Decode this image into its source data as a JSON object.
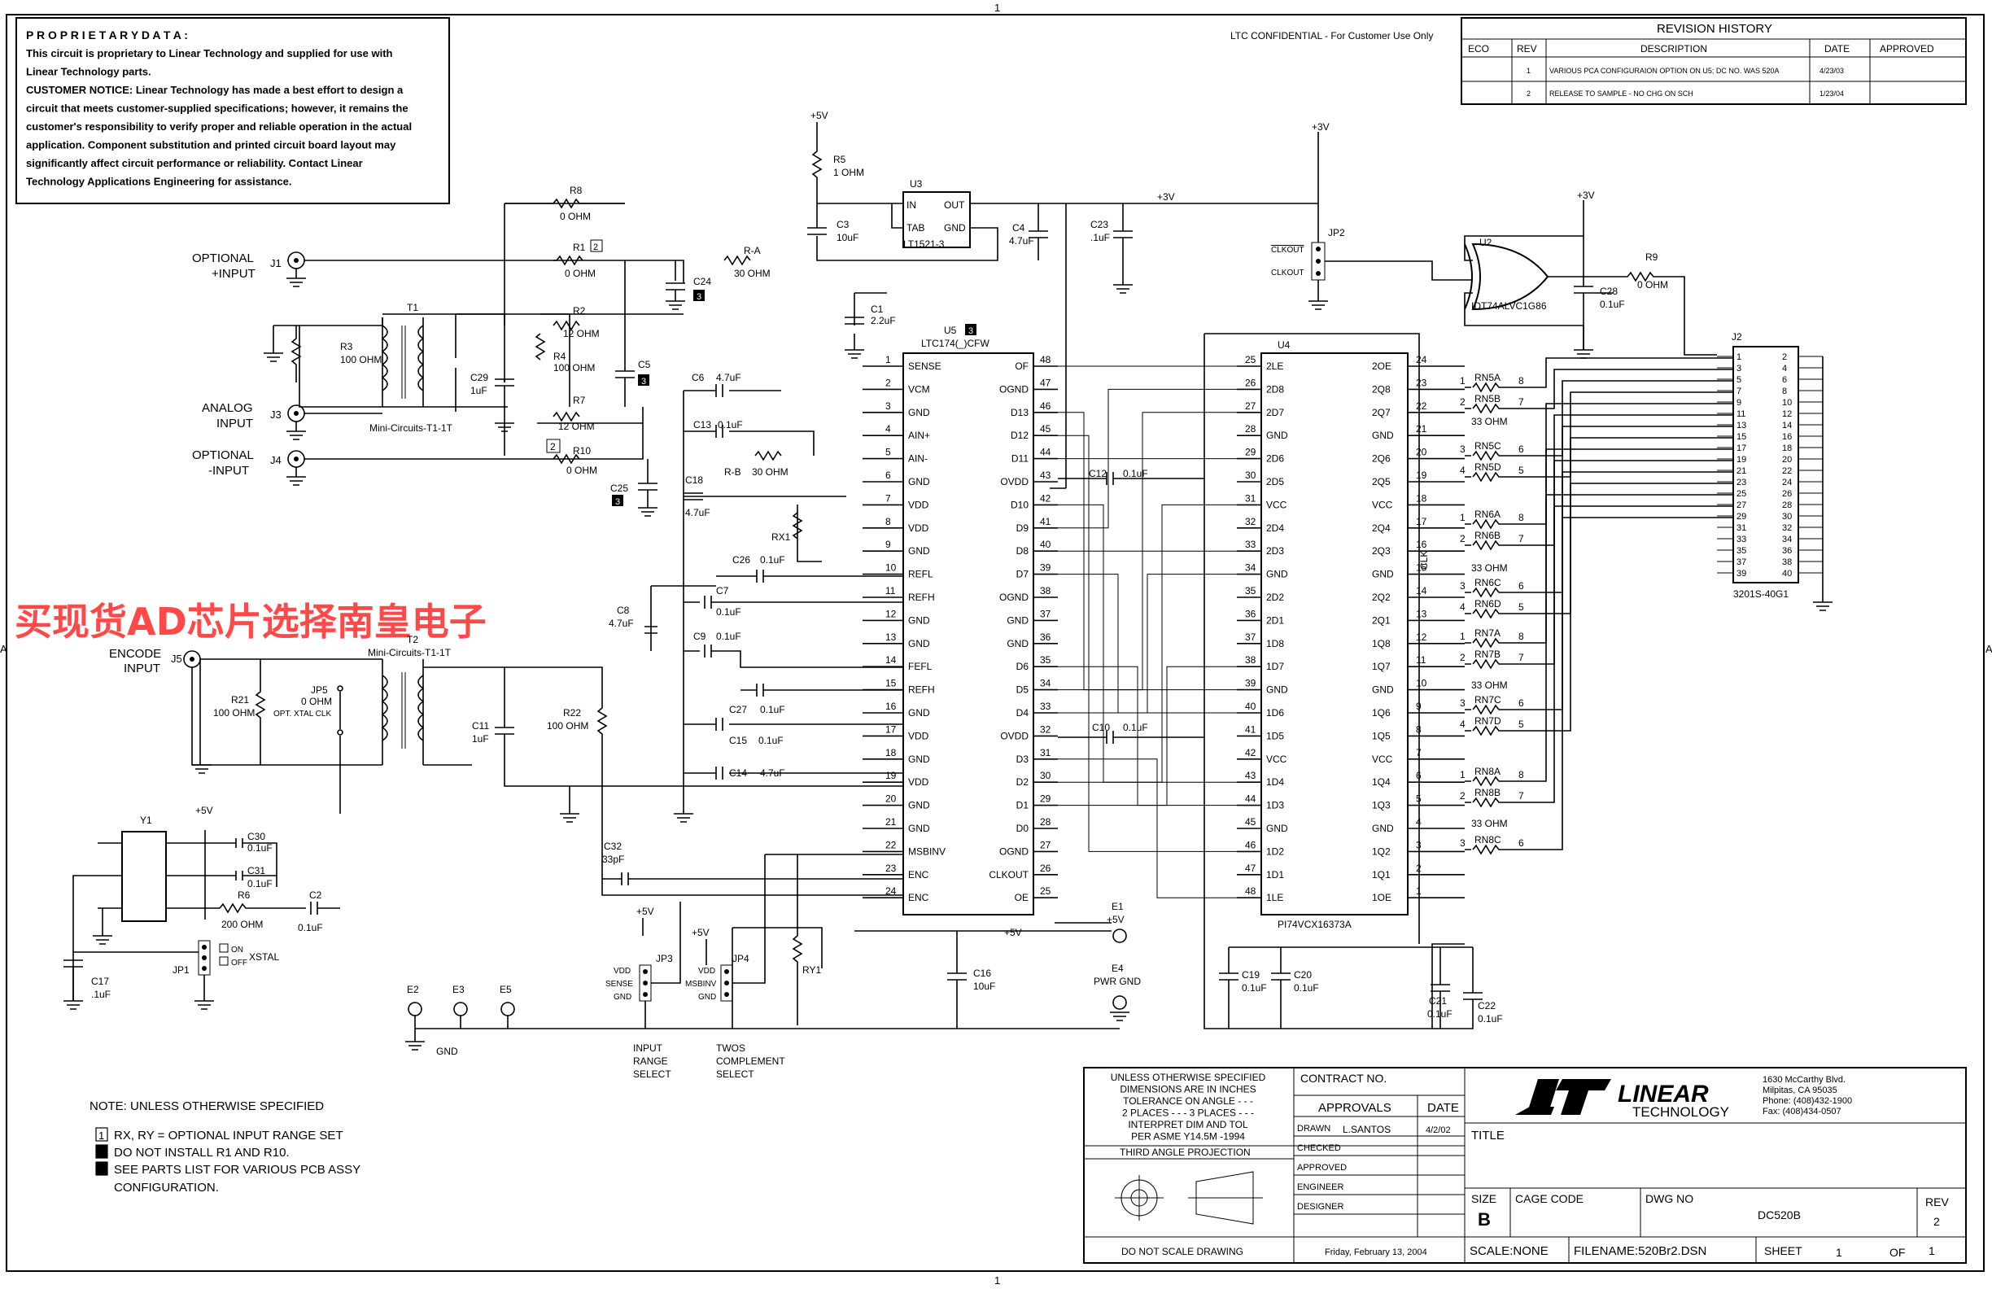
{
  "sheet_markers": {
    "top": "1",
    "bottom": "1",
    "left": "A",
    "right": "A"
  },
  "proprietary": {
    "heading": "P R O P R I E T A R Y   D A T A :",
    "lines": [
      "This circuit is proprietary to Linear Technology and supplied for use with",
      "Linear Technology parts.",
      "CUSTOMER NOTICE:  Linear Technology has made a best effort to design a",
      "circuit that meets customer-supplied specifications; however, it remains the",
      "customer's responsibility to verify proper and reliable operation in the actual",
      "application.  Component substitution and printed circuit board layout may",
      "significantly affect circuit performance or reliability.  Contact Linear",
      "Technology Applications Engineering for assistance."
    ]
  },
  "confidential": "LTC CONFIDENTIAL - For Customer Use Only",
  "revision_history": {
    "title": "REVISION HISTORY",
    "headers": [
      "ECO",
      "REV",
      "DESCRIPTION",
      "DATE",
      "APPROVED"
    ],
    "rows": [
      [
        "",
        "1",
        "VARIOUS PCA CONFIGURAION OPTION ON U5; DC NO. WAS 520A",
        "4/23/03",
        ""
      ],
      [
        "",
        "2",
        "RELEASE TO SAMPLE - NO CHG ON SCH",
        "1/23/04",
        ""
      ]
    ]
  },
  "watermark": "买现货AD芯片选择南皇电子",
  "inputs": {
    "j1": "J1",
    "j1_label1": "OPTIONAL",
    "j1_label2": "+INPUT",
    "j3": "J3",
    "j3_label1": "ANALOG",
    "j3_label2": "INPUT",
    "j4": "J4",
    "j4_label1": "OPTIONAL",
    "j4_label2": "-INPUT",
    "j5": "J5",
    "j5_label1": "ENCODE",
    "j5_label2": "INPUT"
  },
  "components": {
    "r8": "R8",
    "r8_v": "0 OHM",
    "r1": "R1",
    "r1_v": "0 OHM",
    "r1_note": "2",
    "ra": "R-A",
    "ra_v": "30 OHM",
    "rb": "R-B",
    "rb_v": "30 OHM",
    "r2": "R2",
    "r2_v": "12 OHM",
    "r7": "R7",
    "r7_v": "12 OHM",
    "r10": "R10",
    "r10_v": "0 OHM",
    "r10_note": "2",
    "r3": "R3",
    "r3_v": "100 OHM",
    "r4": "R4",
    "r4_v": "100 OHM",
    "t1": "T1",
    "t1_name": "Mini-Circuits-T1-1T",
    "t2": "T2",
    "t2_name": "Mini-Circuits-T1-1T",
    "c29": "C29",
    "c29_v": "1uF",
    "c5": "C5",
    "c5_note": "3",
    "c24": "C24",
    "c24_note": "3",
    "c25": "C25",
    "c25_note": "3",
    "r5": "R5",
    "r5_v": "1 OHM",
    "p5v": "+5V",
    "p3v": "+3V",
    "u3": "U3",
    "u3_name": "LT1521-3",
    "u3_in": "IN",
    "u3_out": "OUT",
    "u3_tab": "TAB",
    "u3_gnd": "GND",
    "c3": "C3",
    "c3_v": "10uF",
    "c4": "C4",
    "c4_v": "4.7uF",
    "c23": "C23",
    "c23_v": ".1uF",
    "c1": "C1",
    "c1_v": "2.2uF",
    "c6": "C6",
    "c6_v": "4.7uF",
    "c13": "C13",
    "c13_v": "0.1uF",
    "c18": "C18",
    "c18_v": "4.7uF",
    "rx1": "RX1",
    "c26": "C26",
    "c26_v": "0.1uF",
    "c7": "C7",
    "c7_v": "0.1uF",
    "c8": "C8",
    "c8_v": "4.7uF",
    "c9": "C9",
    "c9_v": "0.1uF",
    "c27": "C27",
    "c27_v": "0.1uF",
    "c15": "C15",
    "c15_v": "0.1uF",
    "c14": "C14",
    "c14_v": "4.7uF",
    "c12": "C12",
    "c12_v": "0.1uF",
    "c10": "C10",
    "c10_v": "0.1uF",
    "r21": "R21",
    "r21_v": "100 OHM",
    "jp5": "JP5",
    "jp5_v": "0 OHM",
    "jp5_note": "OPT. XTAL CLK",
    "c11": "C11",
    "c11_v": "1uF",
    "r22": "R22",
    "r22_v": "100 OHM",
    "y1": "Y1",
    "c30": "C30",
    "c30_v": "0.1uF",
    "c31": "C31",
    "c31_v": "0.1uF",
    "r6": "R6",
    "r6_v": "200 OHM",
    "c2": "C2",
    "c2_v": "0.1uF",
    "c17": "C17",
    "c17_v": ".1uF",
    "jp1": "JP1",
    "jp1_on": "ON",
    "jp1_off": "OFF",
    "jp1_xstal": "XSTAL",
    "c32": "C32",
    "c32_v": "33pF",
    "ry1": "RY1",
    "c16": "C16",
    "c16_v": "10uF",
    "jp3": "JP3",
    "jp3_vdd": "VDD",
    "jp3_sense": "SENSE",
    "jp3_gnd": "GND",
    "jp4": "JP4",
    "jp4_vdd": "VDD",
    "jp4_msb": "MSBINV",
    "jp4_gnd": "GND",
    "jp3_caption": [
      "INPUT",
      "RANGE",
      "SELECT"
    ],
    "jp4_caption": [
      "TWOS",
      "COMPLEMENT",
      "SELECT"
    ],
    "e1": "E1",
    "e1_v": "+5V",
    "e4": "E4",
    "e4_v": "PWR GND",
    "e2": "E2",
    "e3": "E3",
    "e5": "E5",
    "gnd": "GND",
    "jp2": "JP2",
    "jp2_a": "CLKOUT",
    "jp2_b": "CLKOUT",
    "u2": "U2",
    "u2_name": "IDT74ALVC1G86",
    "c28": "C28",
    "c28_v": "0.1uF",
    "r9": "R9",
    "r9_v": "0 OHM",
    "clk": "CLK",
    "c19": "C19",
    "c19_v": "0.1uF",
    "c20": "C20",
    "c20_v": "0.1uF",
    "c21": "C21",
    "c21_v": "0.1uF",
    "c22": "C22",
    "c22_v": "0.1uF",
    "rn33": "33 OHM"
  },
  "u5": {
    "ref": "U5",
    "name": "LTC174(_)CFW",
    "note": "3",
    "left": [
      [
        "1",
        "SENSE"
      ],
      [
        "2",
        "VCM"
      ],
      [
        "3",
        "GND"
      ],
      [
        "4",
        "AIN+"
      ],
      [
        "5",
        "AIN-"
      ],
      [
        "6",
        "GND"
      ],
      [
        "7",
        "VDD"
      ],
      [
        "8",
        "VDD"
      ],
      [
        "9",
        "GND"
      ],
      [
        "10",
        "REFL"
      ],
      [
        "11",
        "REFH"
      ],
      [
        "12",
        "GND"
      ],
      [
        "13",
        "GND"
      ],
      [
        "14",
        "FEFL"
      ],
      [
        "15",
        "REFH"
      ],
      [
        "16",
        "GND"
      ],
      [
        "17",
        "VDD"
      ],
      [
        "18",
        "GND"
      ],
      [
        "19",
        "VDD"
      ],
      [
        "20",
        "GND"
      ],
      [
        "21",
        "GND"
      ],
      [
        "22",
        "MSBINV"
      ],
      [
        "23",
        "ENC"
      ],
      [
        "24",
        "ENC"
      ]
    ],
    "right": [
      [
        "48",
        "OF"
      ],
      [
        "47",
        "OGND"
      ],
      [
        "46",
        "D13"
      ],
      [
        "45",
        "D12"
      ],
      [
        "44",
        "D11"
      ],
      [
        "43",
        "OVDD"
      ],
      [
        "42",
        "D10"
      ],
      [
        "41",
        "D9"
      ],
      [
        "40",
        "D8"
      ],
      [
        "39",
        "D7"
      ],
      [
        "38",
        "OGND"
      ],
      [
        "37",
        "GND"
      ],
      [
        "36",
        "GND"
      ],
      [
        "35",
        "D6"
      ],
      [
        "34",
        "D5"
      ],
      [
        "33",
        "D4"
      ],
      [
        "32",
        "OVDD"
      ],
      [
        "31",
        "D3"
      ],
      [
        "30",
        "D2"
      ],
      [
        "29",
        "D1"
      ],
      [
        "28",
        "D0"
      ],
      [
        "27",
        "OGND"
      ],
      [
        "26",
        "CLKOUT"
      ],
      [
        "25",
        "OE"
      ]
    ]
  },
  "u4": {
    "ref": "U4",
    "name": "PI74VCX16373A",
    "left": [
      [
        "25",
        "2LE"
      ],
      [
        "26",
        "2D8"
      ],
      [
        "27",
        "2D7"
      ],
      [
        "28",
        "GND"
      ],
      [
        "29",
        "2D6"
      ],
      [
        "30",
        "2D5"
      ],
      [
        "31",
        "VCC"
      ],
      [
        "32",
        "2D4"
      ],
      [
        "33",
        "2D3"
      ],
      [
        "34",
        "GND"
      ],
      [
        "35",
        "2D2"
      ],
      [
        "36",
        "2D1"
      ],
      [
        "37",
        "1D8"
      ],
      [
        "38",
        "1D7"
      ],
      [
        "39",
        "GND"
      ],
      [
        "40",
        "1D6"
      ],
      [
        "41",
        "1D5"
      ],
      [
        "42",
        "VCC"
      ],
      [
        "43",
        "1D4"
      ],
      [
        "44",
        "1D3"
      ],
      [
        "45",
        "GND"
      ],
      [
        "46",
        "1D2"
      ],
      [
        "47",
        "1D1"
      ],
      [
        "48",
        "1LE"
      ]
    ],
    "right": [
      [
        "24",
        "2OE"
      ],
      [
        "23",
        "2Q8"
      ],
      [
        "22",
        "2Q7"
      ],
      [
        "21",
        "GND"
      ],
      [
        "20",
        "2Q6"
      ],
      [
        "19",
        "2Q5"
      ],
      [
        "18",
        "VCC"
      ],
      [
        "17",
        "2Q4"
      ],
      [
        "16",
        "2Q3"
      ],
      [
        "15",
        "GND"
      ],
      [
        "14",
        "2Q2"
      ],
      [
        "13",
        "2Q1"
      ],
      [
        "12",
        "1Q8"
      ],
      [
        "11",
        "1Q7"
      ],
      [
        "10",
        "GND"
      ],
      [
        "9",
        "1Q6"
      ],
      [
        "8",
        "1Q5"
      ],
      [
        "7",
        "VCC"
      ],
      [
        "6",
        "1Q4"
      ],
      [
        "5",
        "1Q3"
      ],
      [
        "4",
        "GND"
      ],
      [
        "3",
        "1Q2"
      ],
      [
        "2",
        "1Q1"
      ],
      [
        "1",
        "1OE"
      ]
    ]
  },
  "rnets": [
    [
      "1",
      "RN5A",
      "8"
    ],
    [
      "2",
      "RN5B",
      "7"
    ],
    [
      "3",
      "RN5C",
      "6"
    ],
    [
      "4",
      "RN5D",
      "5"
    ],
    [
      "1",
      "RN6A",
      "8"
    ],
    [
      "2",
      "RN6B",
      "7"
    ],
    [
      "3",
      "RN6C",
      "6"
    ],
    [
      "4",
      "RN6D",
      "5"
    ],
    [
      "1",
      "RN7A",
      "8"
    ],
    [
      "2",
      "RN7B",
      "7"
    ],
    [
      "3",
      "RN7C",
      "6"
    ],
    [
      "4",
      "RN7D",
      "5"
    ],
    [
      "1",
      "RN8A",
      "8"
    ],
    [
      "2",
      "RN8B",
      "7"
    ],
    [
      "3",
      "RN8C",
      "6"
    ]
  ],
  "j2": {
    "ref": "J2",
    "name": "3201S-40G1",
    "left": [
      "1",
      "3",
      "5",
      "7",
      "9",
      "11",
      "13",
      "15",
      "17",
      "19",
      "21",
      "23",
      "25",
      "27",
      "29",
      "31",
      "33",
      "35",
      "37",
      "39"
    ],
    "right": [
      "2",
      "4",
      "6",
      "8",
      "10",
      "12",
      "14",
      "16",
      "18",
      "20",
      "22",
      "24",
      "26",
      "28",
      "30",
      "32",
      "34",
      "36",
      "38",
      "40"
    ]
  },
  "notes": {
    "title": "NOTE: UNLESS OTHERWISE SPECIFIED",
    "items": [
      [
        "1",
        "RX, RY =  OPTIONAL INPUT RANGE SET"
      ],
      [
        "2",
        "DO NOT INSTALL R1 AND R10."
      ],
      [
        "3",
        "SEE PARTS LIST FOR VARIOUS PCB ASSY"
      ]
    ],
    "item3_cont": "CONFIGURATION."
  },
  "title_block": {
    "tol": [
      "UNLESS OTHERWISE SPECIFIED",
      "DIMENSIONS ARE IN INCHES",
      "TOLERANCE ON ANGLE - - -",
      "2 PLACES - - -    3 PLACES - - -",
      "INTERPRET DIM AND TOL",
      "PER ASME Y14.5M -1994"
    ],
    "third_angle": "THIRD ANGLE PROJECTION",
    "no_scale": "DO NOT SCALE DRAWING",
    "contract": "CONTRACT NO.",
    "approvals": "APPROVALS",
    "date_h": "DATE",
    "drawn": "DRAWN",
    "drawn_by": "L.SANTOS",
    "drawn_date": "4/2/02",
    "checked": "CHECKED",
    "approved": "APPROVED",
    "engineer": "ENGINEER",
    "designer": "DESIGNER",
    "print_date": "Friday, February 13, 2004",
    "logo_1": "LINEAR",
    "logo_2": "TECHNOLOGY",
    "addr": [
      "1630 McCarthy Blvd.",
      "Milpitas, CA 95035",
      "Phone: (408)432-1900",
      "Fax: (408)434-0507"
    ],
    "title_label": "TITLE",
    "size_label": "SIZE",
    "size": "B",
    "cage": "CAGE CODE",
    "dwg_label": "DWG NO",
    "dwg": "DC520B",
    "rev_label": "REV",
    "rev": "2",
    "scale": "SCALE:NONE",
    "filename": "FILENAME:520Br2.DSN",
    "sheet_label": "SHEET",
    "sheet": "1",
    "of_label": "OF",
    "of": "1"
  }
}
